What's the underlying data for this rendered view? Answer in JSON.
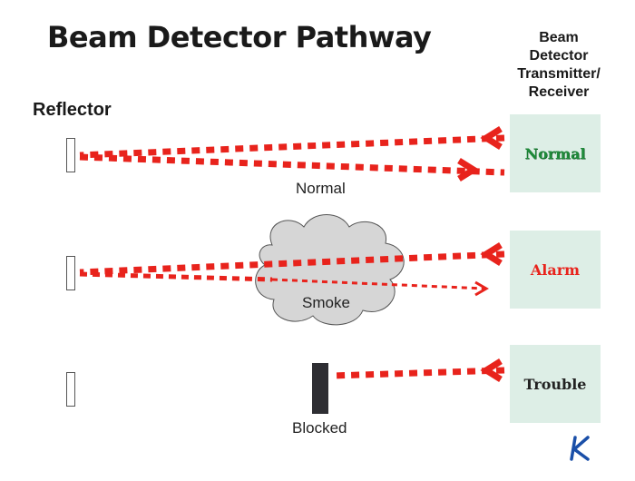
{
  "title": "Beam Detector Pathway",
  "device_heading": [
    "Beam",
    "Detector",
    "Transmitter/",
    "Receiver"
  ],
  "reflector_heading": "Reflector",
  "scenarios": [
    {
      "caption": "Normal",
      "status": "Normal",
      "status_color": "#1f8a3a"
    },
    {
      "caption": "Smoke",
      "status": "Alarm",
      "status_color": "#e8231c"
    },
    {
      "caption": "Blocked",
      "status": "Trouble",
      "status_color": "#222222"
    }
  ],
  "colors": {
    "beam": "#e8231c",
    "device_bg": "#ddeee6",
    "smoke": "#d6d6d6",
    "blocker": "#2e2e33"
  }
}
